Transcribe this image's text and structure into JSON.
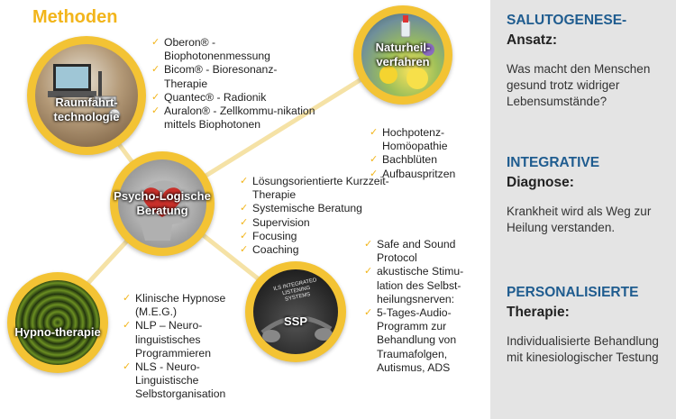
{
  "title": "Methoden",
  "nodes": {
    "raumfahrt": "Raumfahrt-technologie",
    "naturheil": "Naturheil-verfahren",
    "psycho": "Psycho-Logische Beratung",
    "hypno": "Hypno-therapie",
    "ssp": "SSP",
    "ssp_brand": "ILS INTEGRATED LISTENING SYSTEMS"
  },
  "lists": {
    "raumfahrt": [
      "Oberon® - Biophotonenmessung",
      "Bicom® - Bioresonanz-Therapie",
      "Quantec® - Radionik",
      "Auralon® - Zellkommu-nikation mittels Biophotonen"
    ],
    "naturheil": [
      "Hochpotenz-Homöopathie",
      "Bachblüten",
      "Aufbauspritzen"
    ],
    "psycho": [
      "Lösungsorientierte Kurzzeit-Therapie",
      "Systemische Beratung",
      "Supervision",
      "Focusing",
      "Coaching"
    ],
    "hypno": [
      "Klinische Hypnose (M.E.G.)",
      "NLP – Neuro-linguistisches Programmieren",
      "NLS - Neuro-Linguistische Selbstorganisation"
    ],
    "ssp": [
      "Safe and Sound Protocol",
      "akustische Stimu-lation des Selbst-heilungsnerven:",
      "5-Tages-Audio-Programm zur Behandlung von Traumafolgen, Autismus, ADS"
    ]
  },
  "panel": {
    "s1_h1": "SALUTOGENESE-",
    "s1_h2": "Ansatz:",
    "s1_text": "Was macht den Menschen gesund trotz widriger Lebensumstände?",
    "s2_h1": "INTEGRATIVE",
    "s2_h2": "Diagnose:",
    "s2_text": "Krankheit wird als Weg zur Heilung verstanden.",
    "s3_h1": "PERSONALISIERTE",
    "s3_h2": "Therapie:",
    "s3_text": "Individualisierte Behandlung mit kinesiologischer Testung"
  },
  "colors": {
    "accent": "#f3c334",
    "heading_blue": "#1f5c8f",
    "panel_bg": "#e4e4e4"
  }
}
